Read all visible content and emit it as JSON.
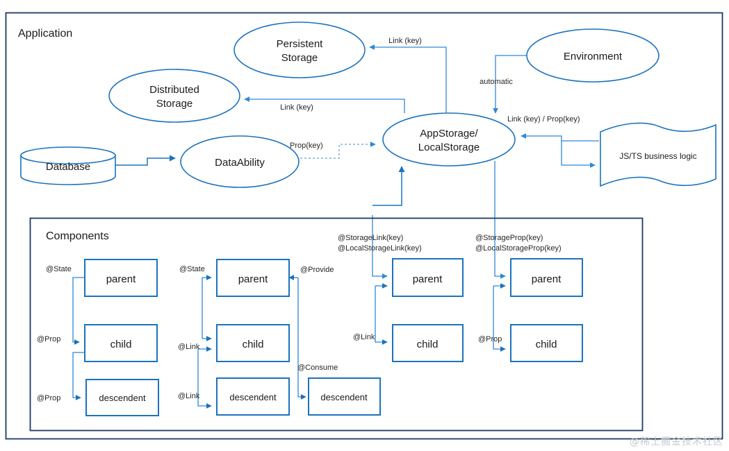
{
  "diagram": {
    "title_application": "Application",
    "title_components": "Components",
    "watermark": "@稀土掘金技术社区",
    "colors": {
      "node_stroke": "#1b72bd",
      "box_stroke": "#1b72bd",
      "container_stroke": "#1f3864",
      "connector": "#2e87d6",
      "connector_dashed": "#5ba3dd",
      "text": "#1a1a1a",
      "background": "#ffffff",
      "watermark": "#c9c9c9"
    },
    "nodes": {
      "persistent_storage": "Persistent\nStorage",
      "persistent_storage_line1": "Persistent",
      "persistent_storage_line2": "Storage",
      "distributed_storage_line1": "Distributed",
      "distributed_storage_line2": "Storage",
      "environment": "Environment",
      "database": "Database",
      "dataability": "DataAbility",
      "appstorage_line1": "AppStorage/",
      "appstorage_line2": "LocalStorage",
      "business_logic": "JS/TS business logic"
    },
    "edge_labels": {
      "link_key_persistent": "Link (key)",
      "link_key_distributed": "Link (key)",
      "automatic": "automatic",
      "link_prop_key": "Link (key) / Prop(key)",
      "prop_key": "Prop(key)",
      "storage_link_1": "@StorageLink(key)",
      "storage_link_2": "@LocalStorageLink(key)",
      "storage_prop_1": "@StorageProp(key)",
      "storage_prop_2": "@LocalStorageProp(key)"
    },
    "components": {
      "columns": [
        {
          "id": "col-state-prop",
          "boxes": [
            {
              "id": "c1-parent",
              "label": "parent"
            },
            {
              "id": "c1-child",
              "label": "child"
            },
            {
              "id": "c1-descendent",
              "label": "descendent"
            }
          ],
          "decorators": [
            {
              "id": "c1-state",
              "label": "@State"
            },
            {
              "id": "c1-prop-child",
              "label": "@Prop"
            },
            {
              "id": "c1-prop-descendent",
              "label": "@Prop"
            }
          ]
        },
        {
          "id": "col-state-link-provide",
          "boxes": [
            {
              "id": "c2-parent",
              "label": "parent"
            },
            {
              "id": "c2-child",
              "label": "child"
            },
            {
              "id": "c2-descendent",
              "label": "descendent"
            },
            {
              "id": "c2-consume-descendent",
              "label": "descendent"
            }
          ],
          "decorators": [
            {
              "id": "c2-state",
              "label": "@State"
            },
            {
              "id": "c2-link-child",
              "label": "@Link"
            },
            {
              "id": "c2-link-descendent",
              "label": "@Link"
            },
            {
              "id": "c2-provide",
              "label": "@Provide"
            },
            {
              "id": "c2-consume",
              "label": "@Consume"
            }
          ]
        },
        {
          "id": "col-storage-link",
          "boxes": [
            {
              "id": "c3-parent",
              "label": "parent"
            },
            {
              "id": "c3-child",
              "label": "child"
            }
          ],
          "decorators": [
            {
              "id": "c3-link",
              "label": "@Link"
            }
          ]
        },
        {
          "id": "col-storage-prop",
          "boxes": [
            {
              "id": "c4-parent",
              "label": "parent"
            },
            {
              "id": "c4-child",
              "label": "child"
            }
          ],
          "decorators": [
            {
              "id": "c4-prop",
              "label": "@Prop"
            }
          ]
        }
      ]
    }
  }
}
